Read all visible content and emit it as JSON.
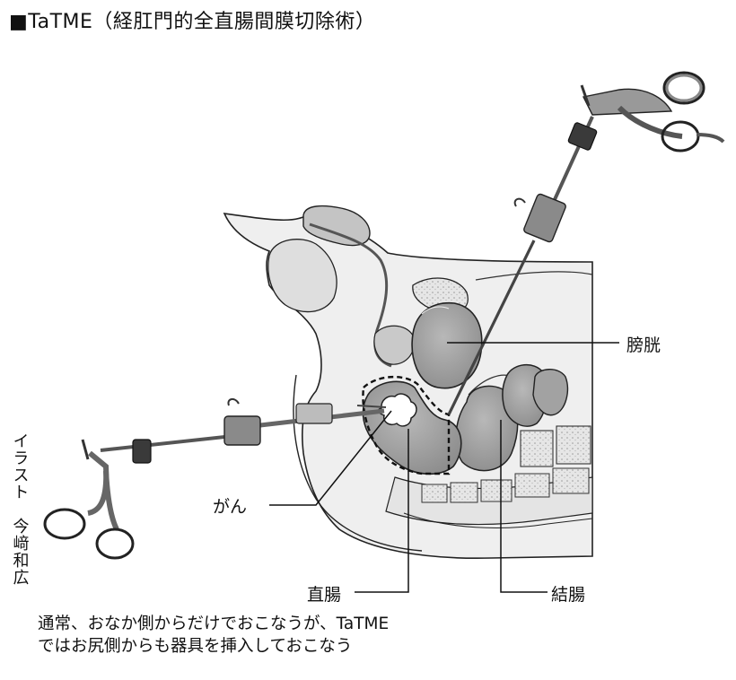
{
  "title": "■TaTME（経肛門的全直腸間膜切除術）",
  "labels": {
    "bladder": "膀胱",
    "cancer": "がん",
    "rectum": "直腸",
    "colon": "結腸"
  },
  "credit": "イラスト　今﨑和広",
  "caption": {
    "line1": "通常、おなか側からだけでおこなうが、TaTME",
    "line2": "ではお尻側からも器具を挿入しておこなう"
  },
  "colors": {
    "body_fill": "#efefef",
    "organ_fill": "#a9a9a9",
    "bone_fill": "#dcdcdc",
    "outline": "#222222"
  }
}
